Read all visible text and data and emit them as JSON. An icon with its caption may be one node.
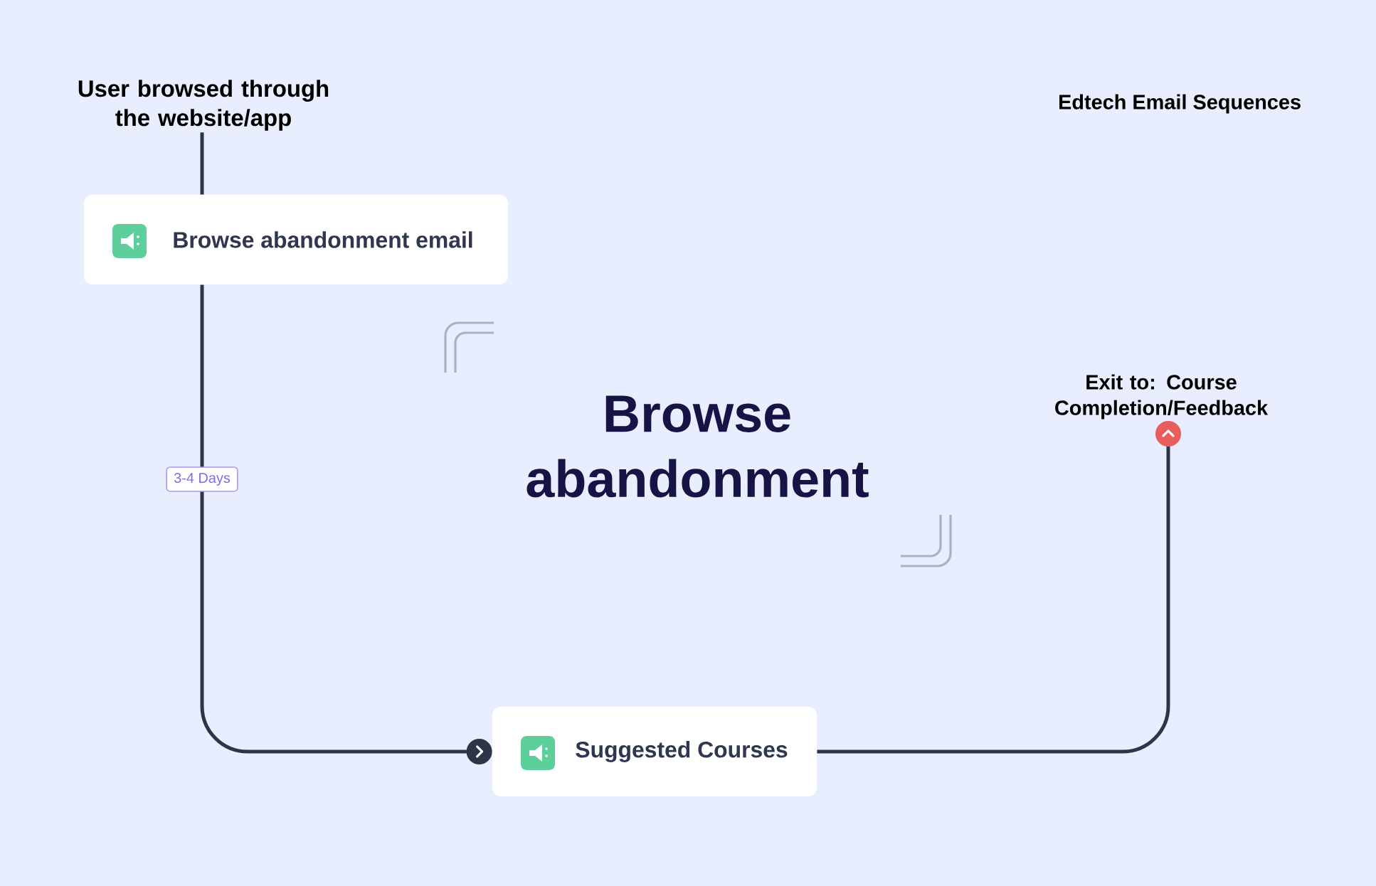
{
  "diagram": {
    "title": "Browse abandonment",
    "nodes": [
      {
        "text": [
          "User browsed through the website/app"
        ]
      },
      {
        "text": [
          "Browse abandonment email"
        ]
      },
      {
        "text": [
          "Suggested Courses"
        ]
      },
      {
        "text": [
          "Exit to: Course Completion/Feedback"
        ]
      }
    ],
    "edges": [
      {
        "from": 0,
        "to": 1,
        "arrow": "none"
      },
      {
        "from": 1,
        "to": 2,
        "arrow": "to",
        "label": "3-4 Days"
      },
      {
        "from": 2,
        "to": 3,
        "arrow": "to"
      }
    ],
    "labels": [
      "Edtech Email Sequences"
    ]
  }
}
